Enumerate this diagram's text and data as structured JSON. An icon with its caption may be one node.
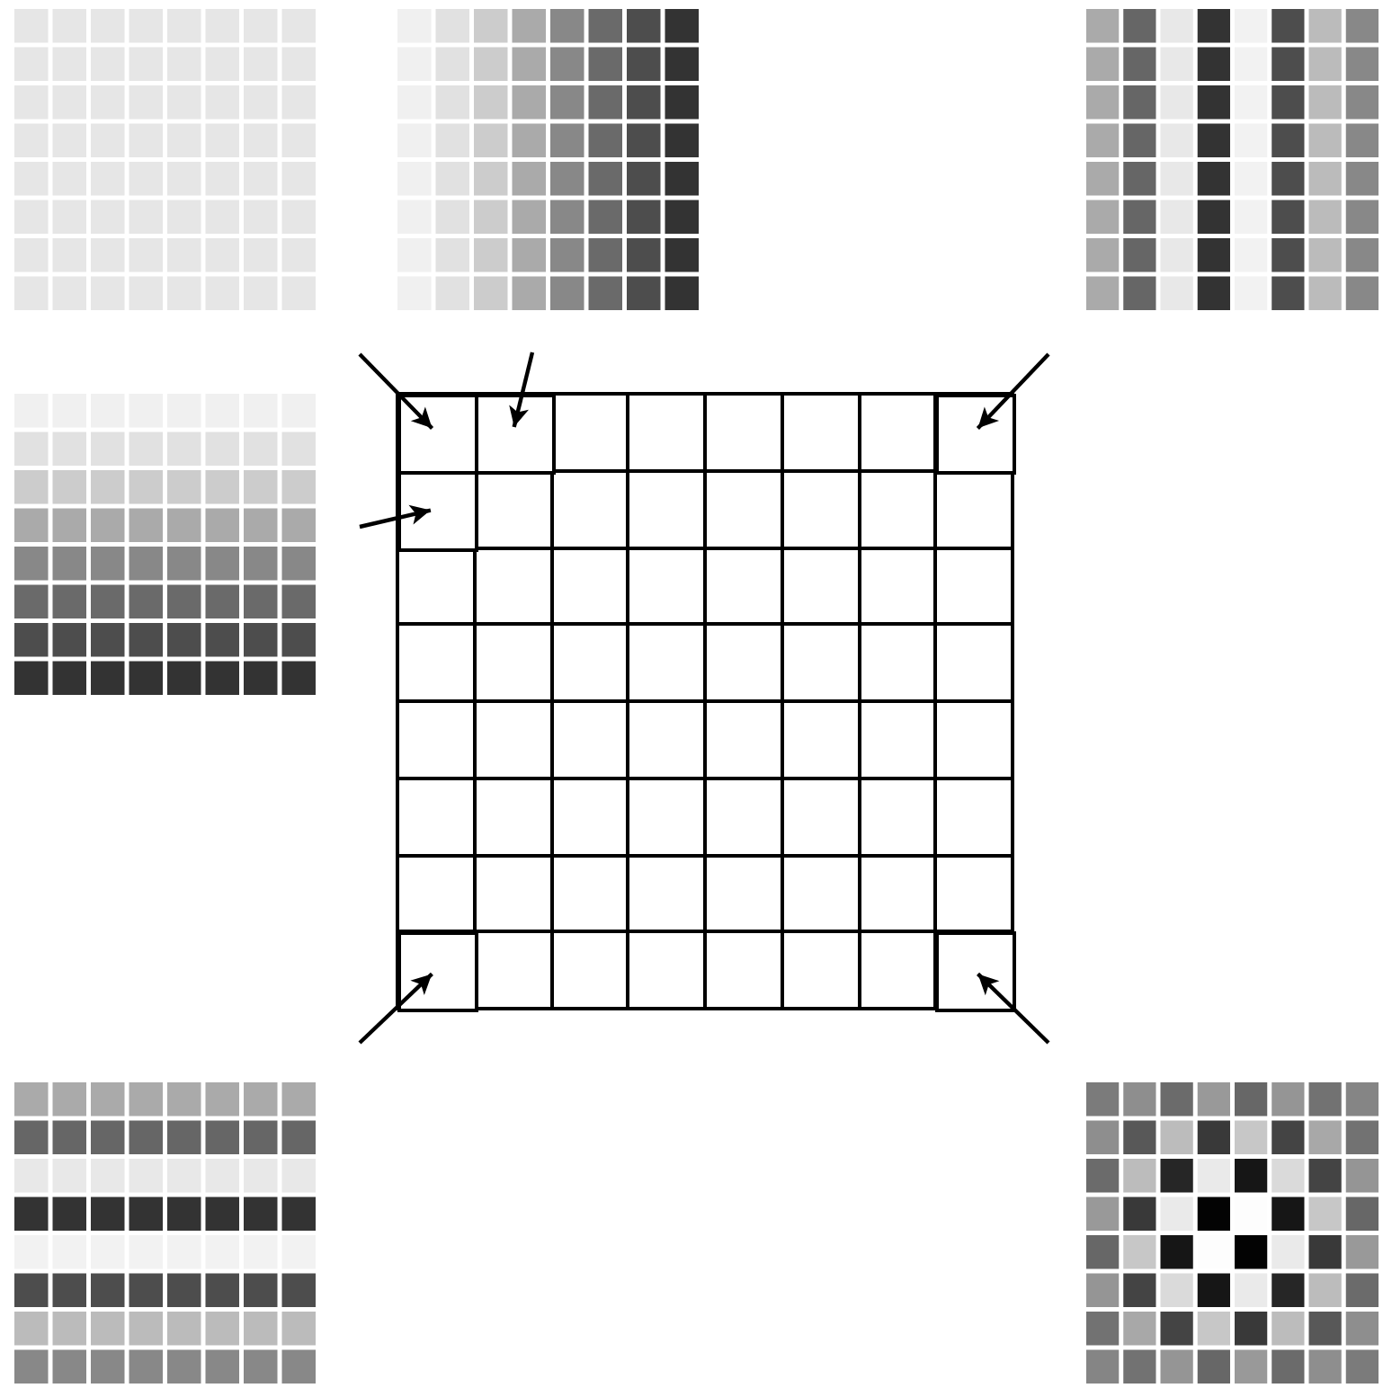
{
  "diagram": {
    "nodes": [
      {
        "text": [],
        "shape": "grid"
      },
      {
        "text": [],
        "shape": "grid"
      },
      {
        "text": [],
        "shape": "grid"
      },
      {
        "text": [],
        "shape": "grid"
      },
      {
        "text": [],
        "shape": "grid"
      },
      {
        "text": [],
        "shape": "grid"
      },
      {
        "text": [],
        "shape": "grid"
      },
      {
        "text": [],
        "shape": "box",
        "in": 6
      },
      {
        "text": [],
        "shape": "box",
        "in": 6
      },
      {
        "text": [],
        "shape": "box",
        "in": 6
      },
      {
        "text": [],
        "shape": "box",
        "in": 6
      },
      {
        "text": [],
        "shape": "box",
        "in": 6
      },
      {
        "text": [],
        "shape": "box",
        "in": 6
      }
    ],
    "edges": [
      {
        "from": null,
        "to": 7,
        "arrow": "to"
      },
      {
        "from": null,
        "to": 8,
        "arrow": "to"
      },
      {
        "from": null,
        "to": 9,
        "arrow": "to"
      },
      {
        "from": null,
        "to": 10,
        "arrow": "to"
      },
      {
        "from": null,
        "to": 11,
        "arrow": "to"
      },
      {
        "from": null,
        "to": 12,
        "arrow": "to"
      }
    ]
  }
}
